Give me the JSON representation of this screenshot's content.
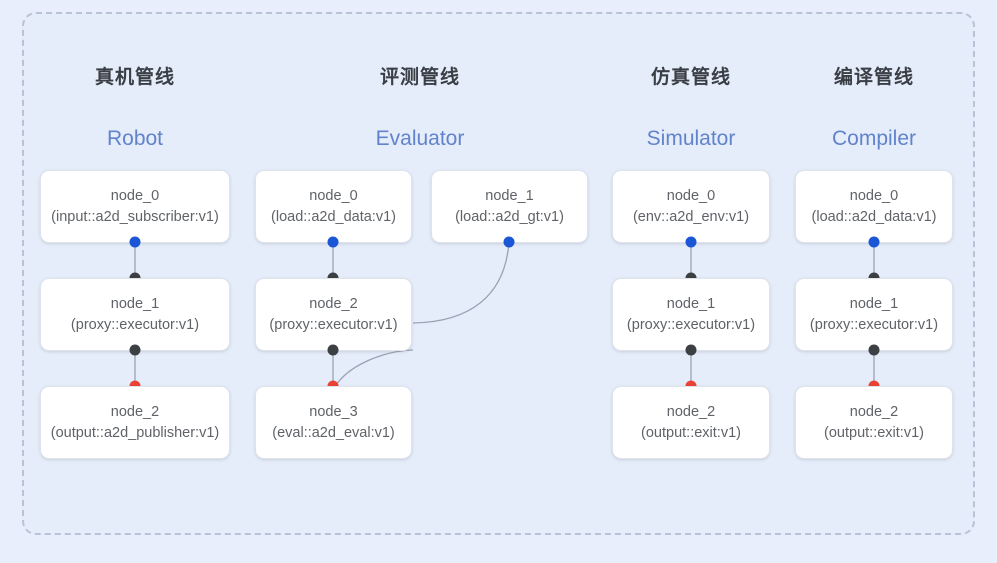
{
  "diagram": {
    "title_visible": false,
    "background_color": "#e8eefb",
    "panel_color": "#e5ecfa",
    "frame_border_color": "#b9c2d6",
    "port_colors": {
      "input": "#1a56d6",
      "relay": "#3c4043",
      "output": "#ea4335"
    },
    "edge_color": "#9aa3b5"
  },
  "columns": [
    {
      "cn_title": "真机管线",
      "en_title": "Robot",
      "nodes": [
        {
          "id": "node_0",
          "type": "(input::a2d_subscriber:v1)"
        },
        {
          "id": "node_1",
          "type": "(proxy::executor:v1)"
        },
        {
          "id": "node_2",
          "type": "(output::a2d_publisher:v1)"
        }
      ]
    },
    {
      "cn_title": "评测管线",
      "en_title": "Evaluator",
      "nodes": [
        {
          "id": "node_0",
          "type": "(load::a2d_data:v1)"
        },
        {
          "id": "node_1",
          "type": "(load::a2d_gt:v1)"
        },
        {
          "id": "node_2",
          "type": "(proxy::executor:v1)"
        },
        {
          "id": "node_3",
          "type": "(eval::a2d_eval:v1)"
        }
      ]
    },
    {
      "cn_title": "仿真管线",
      "en_title": "Simulator",
      "nodes": [
        {
          "id": "node_0",
          "type": "(env::a2d_env:v1)"
        },
        {
          "id": "node_1",
          "type": "(proxy::executor:v1)"
        },
        {
          "id": "node_2",
          "type": "(output::exit:v1)"
        }
      ]
    },
    {
      "cn_title": "编译管线",
      "en_title": "Compiler",
      "nodes": [
        {
          "id": "node_0",
          "type": "(load::a2d_data:v1)"
        },
        {
          "id": "node_1",
          "type": "(proxy::executor:v1)"
        },
        {
          "id": "node_2",
          "type": "(output::exit:v1)"
        }
      ]
    }
  ]
}
